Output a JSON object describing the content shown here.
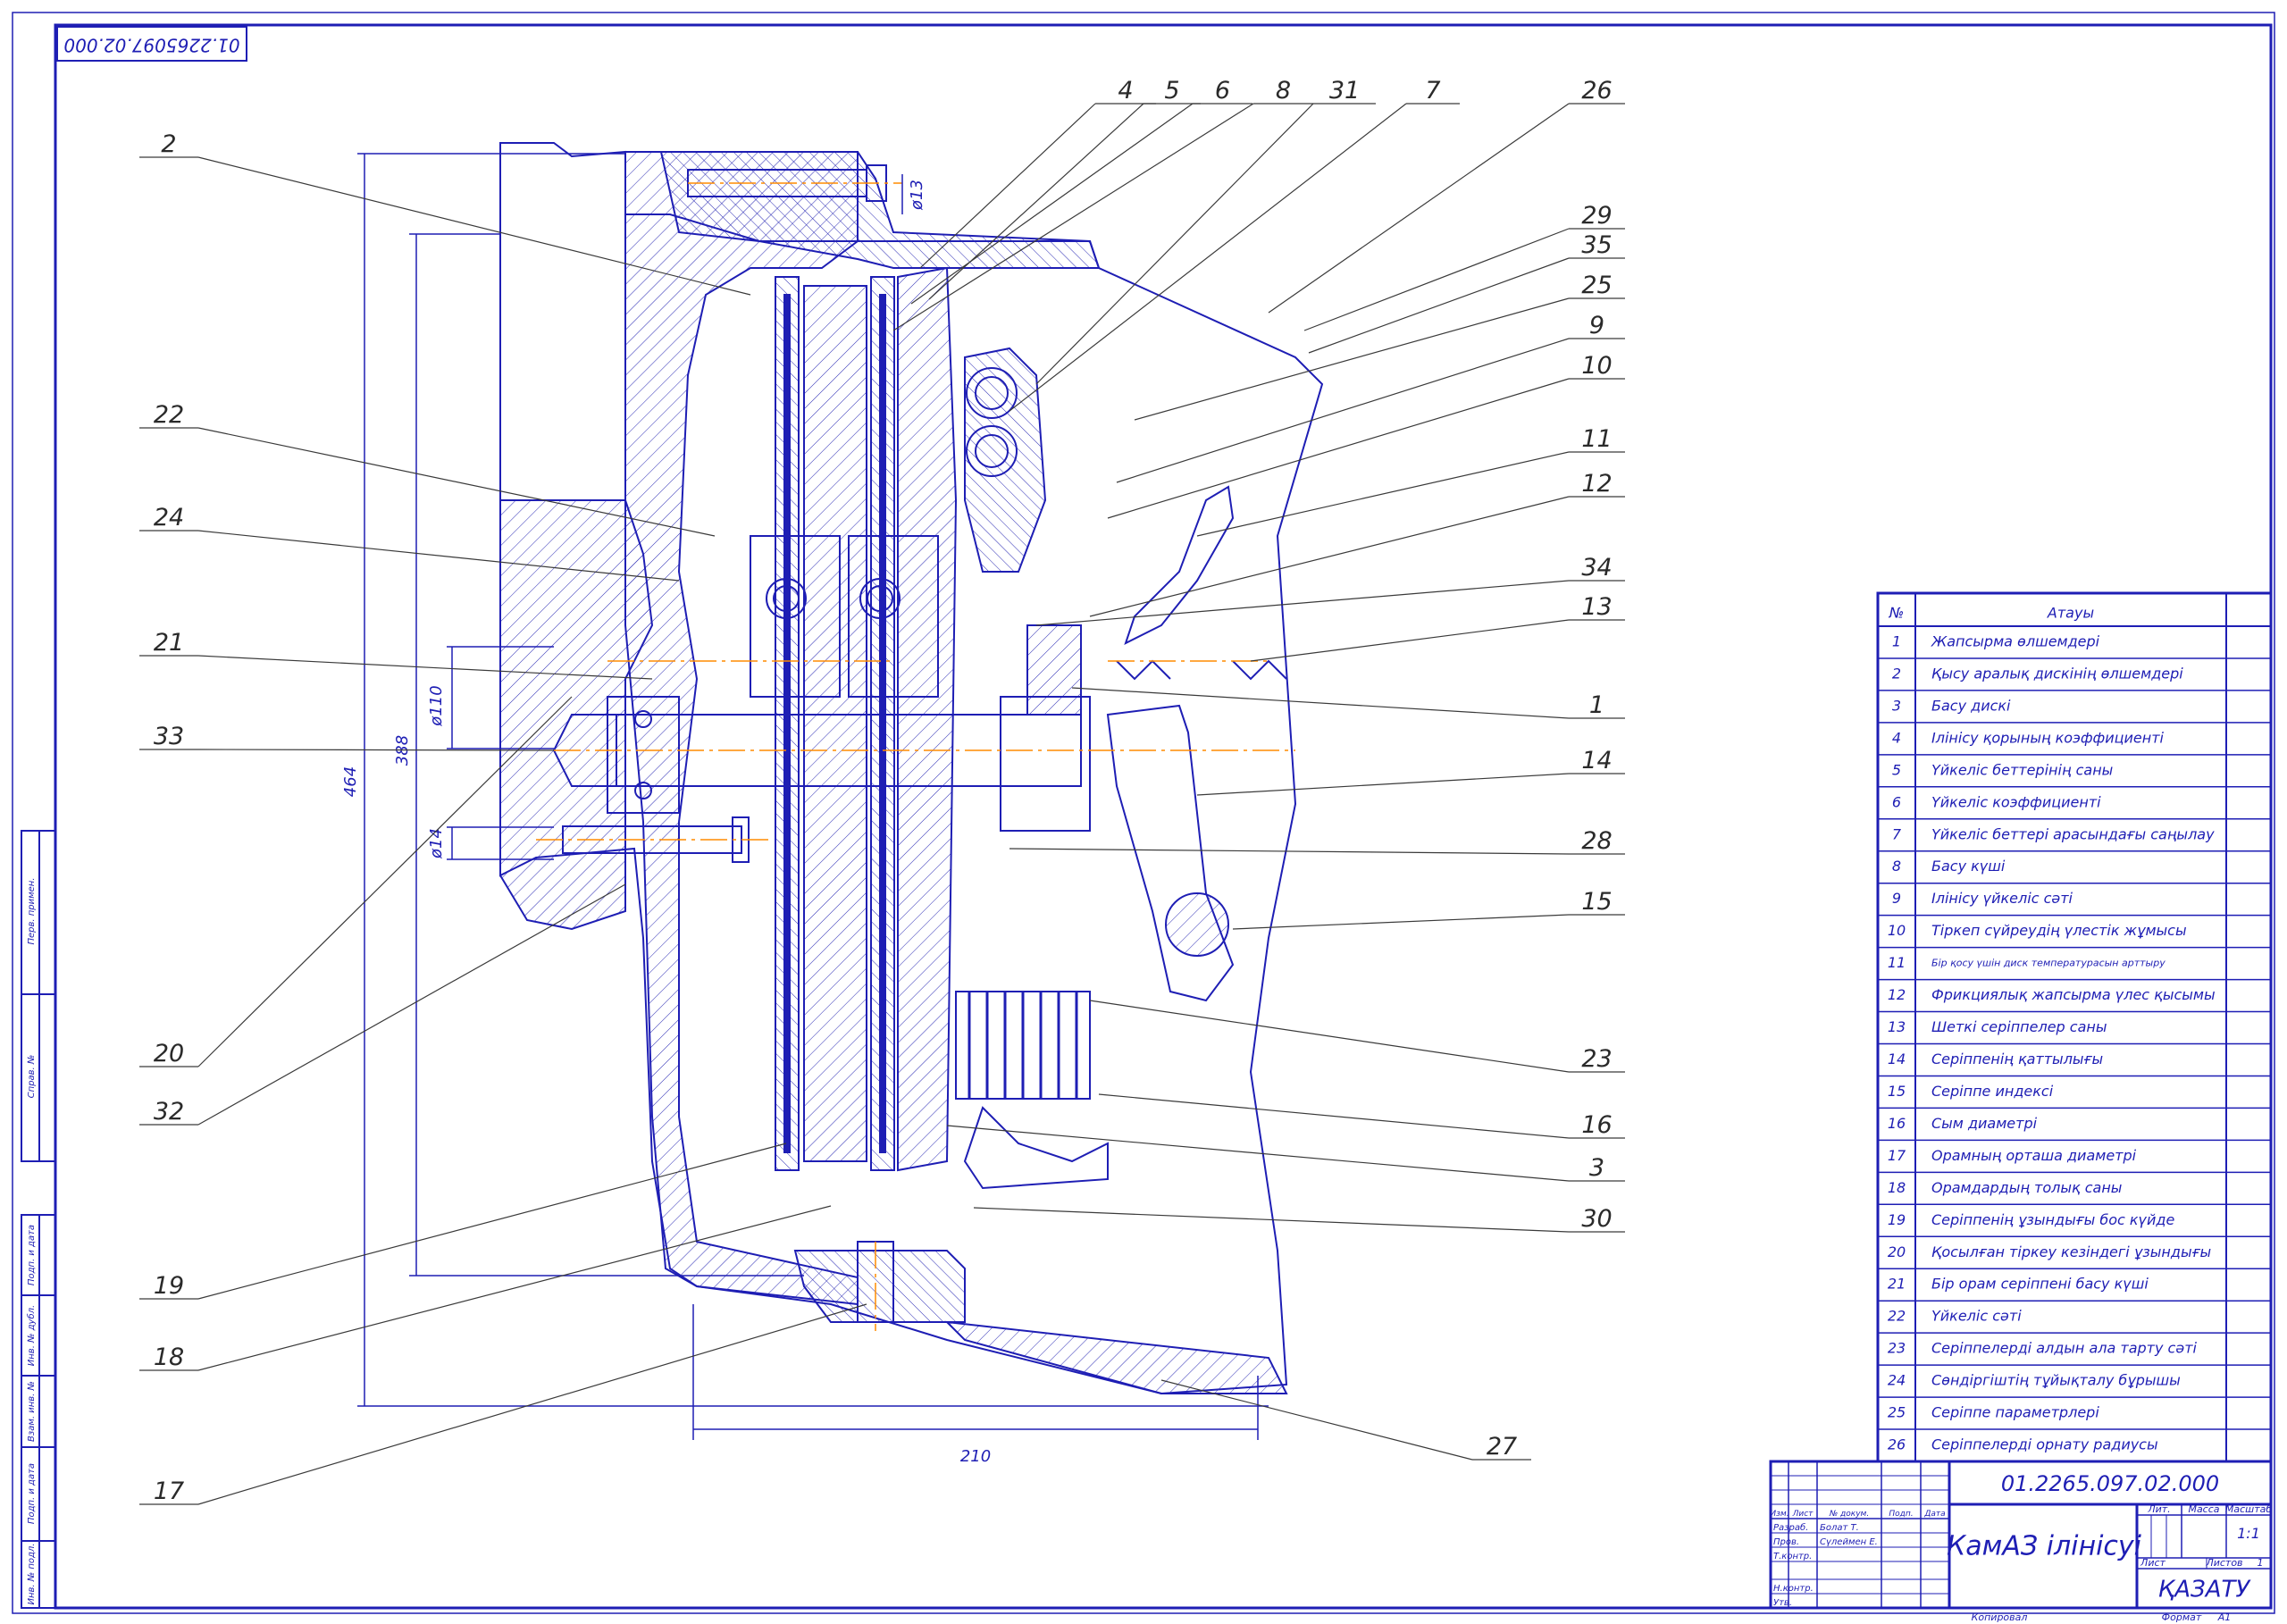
{
  "sheet": {
    "top_code": "01.2265097.02.000",
    "title": "КамАЗ ілінісуі",
    "org": "ҚАЗАТУ",
    "footer": {
      "copied": "Копировал",
      "format": "Формат",
      "format_value": "А1"
    }
  },
  "callouts": [
    "4",
    "5",
    "6",
    "8",
    "31",
    "7",
    "26",
    "29",
    "35",
    "25",
    "9",
    "10",
    "11",
    "12",
    "34",
    "13",
    "1",
    "14",
    "28",
    "15",
    "23",
    "16",
    "3",
    "30",
    "27",
    "17",
    "18",
    "19",
    "32",
    "20",
    "33",
    "21",
    "24",
    "22",
    "2"
  ],
  "dimensions": {
    "height_outer": "464",
    "height_inner": "388",
    "diam_top": "ø13",
    "diam_hub": "ø110",
    "diam_bolt": "ø14",
    "width": "210"
  },
  "spec": {
    "head_no": "№",
    "head_name": "Атауы",
    "rows": [
      {
        "no": "1",
        "name": "Жапсырма өлшемдері"
      },
      {
        "no": "2",
        "name": "Қысу аралық дискінің өлшемдері"
      },
      {
        "no": "3",
        "name": "Басу дискі"
      },
      {
        "no": "4",
        "name": "Ілінісу қорының коэффициенті"
      },
      {
        "no": "5",
        "name": "Үйкеліс беттерінің саны"
      },
      {
        "no": "6",
        "name": "Үйкеліс коэффициенті"
      },
      {
        "no": "7",
        "name": "Үйкеліс беттері арасындағы саңылау"
      },
      {
        "no": "8",
        "name": "Басу күші"
      },
      {
        "no": "9",
        "name": "Ілінісу үйкеліс сәті"
      },
      {
        "no": "10",
        "name": "Тіркеп сүйреудің үлестік жұмысы"
      },
      {
        "no": "11",
        "name": "Бір қосу үшін диск температурасын арттыру"
      },
      {
        "no": "12",
        "name": "Фрикциялық жапсырма үлес қысымы"
      },
      {
        "no": "13",
        "name": "Шеткі серіппелер саны"
      },
      {
        "no": "14",
        "name": "Серіппенің қаттылығы"
      },
      {
        "no": "15",
        "name": "Серіппе индексі"
      },
      {
        "no": "16",
        "name": "Сым диаметрі"
      },
      {
        "no": "17",
        "name": "Орамның орташа диаметрі"
      },
      {
        "no": "18",
        "name": "Орамдардың толық саны"
      },
      {
        "no": "19",
        "name": "Серіппенің ұзындығы бос күйде"
      },
      {
        "no": "20",
        "name": "Қосылған тіркеу кезіндегі ұзындығы"
      },
      {
        "no": "21",
        "name": "Бір орам серіппені басу күші"
      },
      {
        "no": "22",
        "name": "Үйкеліс сәті"
      },
      {
        "no": "23",
        "name": "Серіппелерді алдын ала тарту сәті"
      },
      {
        "no": "24",
        "name": "Сөндіргіштің тұйықталу бұрышы"
      },
      {
        "no": "25",
        "name": "Серіппе параметрлері"
      },
      {
        "no": "26",
        "name": "Серіппелерді орнату радиусы"
      }
    ]
  },
  "title_block": {
    "code": "01.2265.097.02.000",
    "col_heads": [
      "Изм.",
      "Лист",
      "№ докум.",
      "Подп.",
      "Дата"
    ],
    "roles": [
      "Разраб.",
      "Пров.",
      "Т.контр.",
      "",
      "Н.контр.",
      "Утв."
    ],
    "names": [
      "Болат Т.",
      "Сүлеймен Е.",
      "",
      "",
      "",
      ""
    ],
    "lit_label": "Лит.",
    "mass_label": "Масса",
    "scale_label": "Масштаб",
    "scale_value": "1:1",
    "sheet_label": "Лист",
    "sheets_label": "Листов",
    "sheets_value": "1"
  },
  "side_stamp": [
    "Перв. примен.",
    "Справ. №",
    "Подп. и дата",
    "Инв. № дубл.",
    "Взам. инв. №",
    "Подп. и дата",
    "Инв. № подл."
  ]
}
